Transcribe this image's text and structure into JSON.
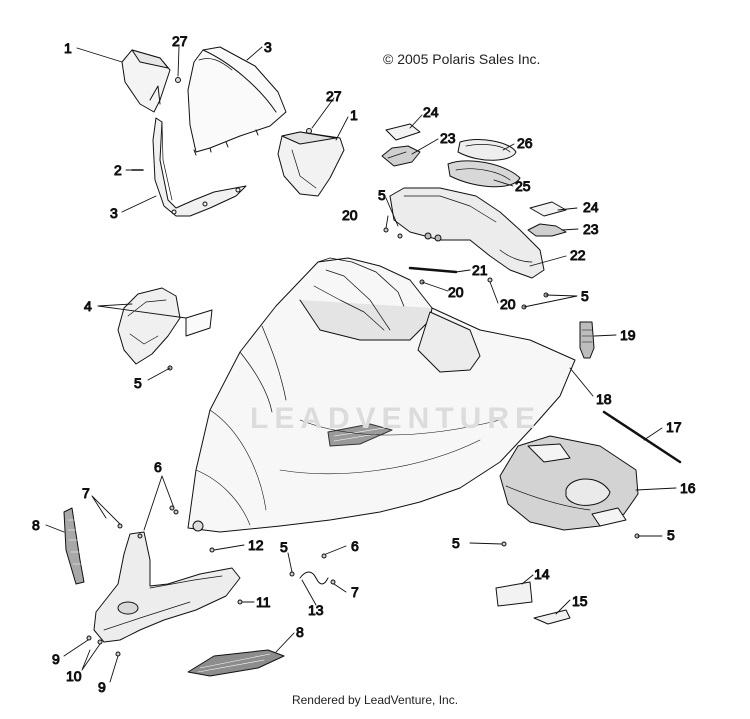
{
  "copyright": "© 2005 Polaris Sales Inc.",
  "footer": "Rendered by LeadVenture, Inc.",
  "watermark": "LEADVENTURE",
  "callouts": [
    {
      "id": "c1a",
      "label": "1"
    },
    {
      "id": "c27a",
      "label": "27"
    },
    {
      "id": "c3a",
      "label": "3"
    },
    {
      "id": "c27b",
      "label": "27"
    },
    {
      "id": "c1b",
      "label": "1"
    },
    {
      "id": "c2",
      "label": "2"
    },
    {
      "id": "c3b",
      "label": "3"
    },
    {
      "id": "c24a",
      "label": "24"
    },
    {
      "id": "c23a",
      "label": "23"
    },
    {
      "id": "c26",
      "label": "26"
    },
    {
      "id": "c25",
      "label": "25"
    },
    {
      "id": "c5a",
      "label": "5"
    },
    {
      "id": "c20a",
      "label": "20"
    },
    {
      "id": "c24b",
      "label": "24"
    },
    {
      "id": "c23b",
      "label": "23"
    },
    {
      "id": "c22",
      "label": "22"
    },
    {
      "id": "c21",
      "label": "21"
    },
    {
      "id": "c20b",
      "label": "20"
    },
    {
      "id": "c20c",
      "label": "20"
    },
    {
      "id": "c5b",
      "label": "5"
    },
    {
      "id": "c4",
      "label": "4"
    },
    {
      "id": "c19",
      "label": "19"
    },
    {
      "id": "c5c",
      "label": "5"
    },
    {
      "id": "c18",
      "label": "18"
    },
    {
      "id": "c17",
      "label": "17"
    },
    {
      "id": "c6a",
      "label": "6"
    },
    {
      "id": "c7a",
      "label": "7"
    },
    {
      "id": "c16",
      "label": "16"
    },
    {
      "id": "c8a",
      "label": "8"
    },
    {
      "id": "c12",
      "label": "12"
    },
    {
      "id": "c5d",
      "label": "5"
    },
    {
      "id": "c6b",
      "label": "6"
    },
    {
      "id": "c5e",
      "label": "5"
    },
    {
      "id": "c5f",
      "label": "5"
    },
    {
      "id": "c7b",
      "label": "7"
    },
    {
      "id": "c14",
      "label": "14"
    },
    {
      "id": "c11",
      "label": "11"
    },
    {
      "id": "c13",
      "label": "13"
    },
    {
      "id": "c15",
      "label": "15"
    },
    {
      "id": "c8b",
      "label": "8"
    },
    {
      "id": "c9a",
      "label": "9"
    },
    {
      "id": "c10",
      "label": "10"
    },
    {
      "id": "c9b",
      "label": "9"
    }
  ]
}
